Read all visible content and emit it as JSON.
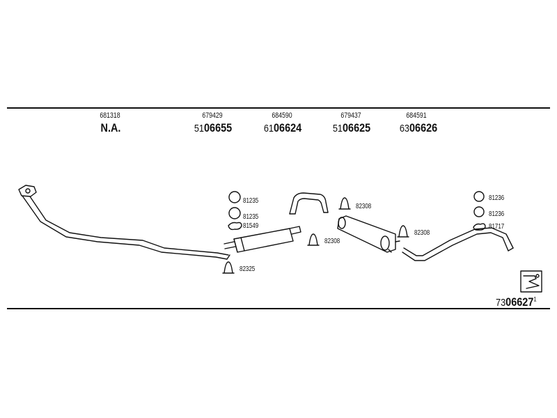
{
  "columns": [
    {
      "part": "681318",
      "ref_prefix": "",
      "ref_main": "N.A."
    },
    {
      "part": "679429",
      "ref_prefix": "51",
      "ref_main": "06655"
    },
    {
      "part": "684590",
      "ref_prefix": "61",
      "ref_main": "06624"
    },
    {
      "part": "679437",
      "ref_prefix": "51",
      "ref_main": "06625"
    },
    {
      "part": "684591",
      "ref_prefix": "63",
      "ref_main": "06626"
    }
  ],
  "labels": {
    "clamp_a1": "81235",
    "clamp_a2": "81235",
    "rubber_a": "81549",
    "clamp_b": "82325",
    "clamp_c": "82308",
    "clamp_d": "82308",
    "clamp_e": "82308",
    "ring_f1": "81236",
    "ring_f2": "81236",
    "rubber_f": "81717"
  },
  "footer": {
    "prefix": "73",
    "main": "06627",
    "sup": "1"
  },
  "colors": {
    "ink": "#111111",
    "background": "#ffffff"
  }
}
